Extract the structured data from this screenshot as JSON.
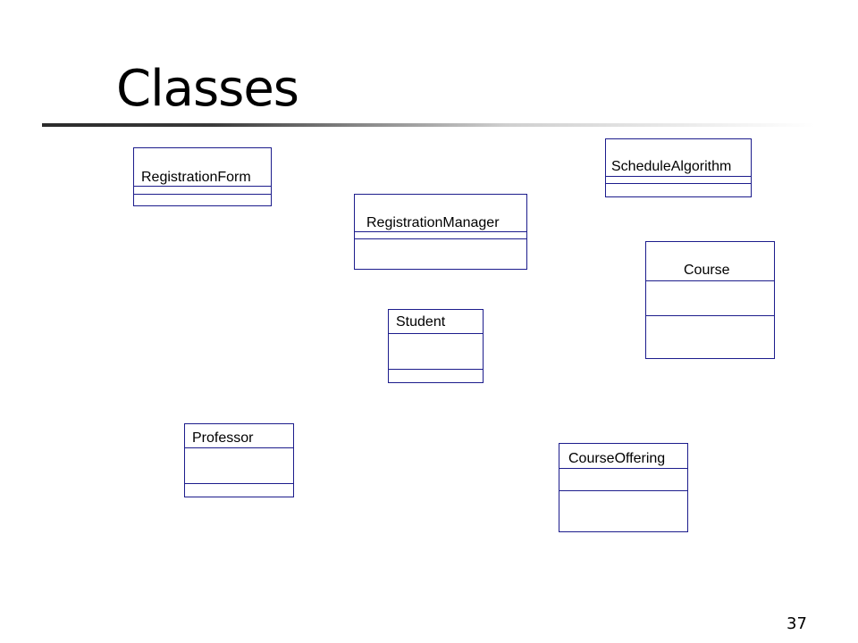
{
  "slide": {
    "title": "Classes",
    "page_number": "37"
  },
  "classes": {
    "registration_form": "RegistrationForm",
    "schedule_algorithm": "ScheduleAlgorithm",
    "registration_manager": "RegistrationManager",
    "course": "Course",
    "student": "Student",
    "professor": "Professor",
    "course_offering": "CourseOffering"
  },
  "colors": {
    "class_border": "#1c1c8c",
    "text": "#000000",
    "background": "#ffffff"
  }
}
